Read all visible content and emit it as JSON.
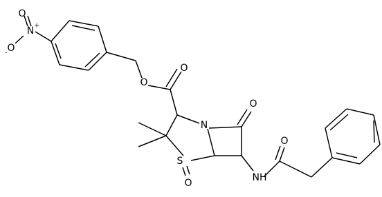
{
  "atoms": {
    "n_nitro": "N",
    "nitro_o_double": "O",
    "nitro_o_single": "O",
    "nitro_n_charge": "+",
    "nitro_o_charge": "-",
    "o_ester": "O",
    "o_carbonyl_ester": "O",
    "n_ring": "N",
    "o_lactam": "O",
    "s_ring": "S",
    "o_sulfoxide": "O",
    "nh_amide": "NH",
    "o_amide": "O"
  }
}
